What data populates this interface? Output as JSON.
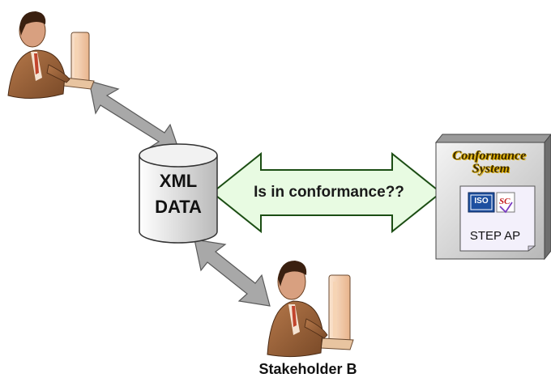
{
  "database": {
    "line1": "XML",
    "line2": "DATA"
  },
  "arrow": {
    "label": "Is in conformance??",
    "fill_color": "#e8fbe2",
    "stroke_color": "#1c4e14"
  },
  "people": {
    "stakeholder_b_label": "Stakeholder B"
  },
  "conformance_system": {
    "title_line1": "Conformance",
    "title_line2": "System",
    "iso_badge": "ISO",
    "document_label": "STEP AP"
  },
  "colors": {
    "connector_arrows": "#a8a8a8",
    "skin": "#d8a080",
    "suit": "#8c5a33"
  }
}
